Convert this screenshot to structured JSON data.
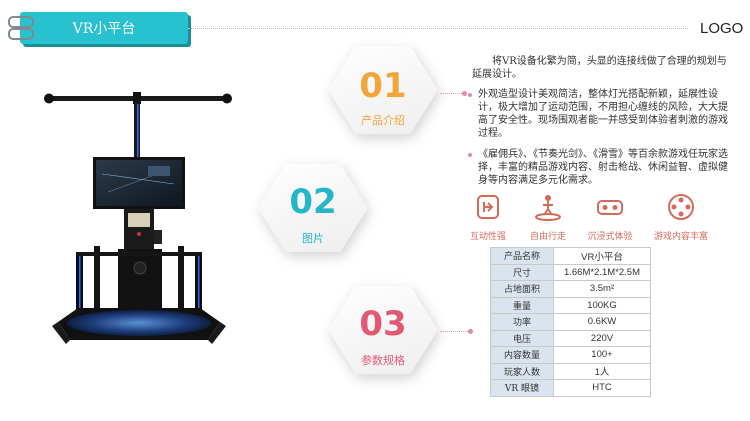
{
  "header": {
    "title": "VR小平台",
    "logo": "LOGO"
  },
  "sections": [
    {
      "number": "01",
      "label": "产品介绍",
      "color": "#f1a53a"
    },
    {
      "number": "02",
      "label": "图片",
      "color": "#25b7c9"
    },
    {
      "number": "03",
      "label": "参数规格",
      "color": "#e15a74"
    }
  ],
  "intro": {
    "p1": "将VR设备化繁为简，头显的连接线做了合理的规划与延展设计。",
    "p2": "外观造型设计美观简洁，整体灯光搭配新颖，延展性设计，极大增加了运动范围，不用担心缠线的风险，大大提高了安全性。现场围观者能一并感受到体验者刺激的游戏过程。",
    "p3": "《雇佣兵》、《节奏光剑》、《滑雪》等百余款游戏任玩家选择，丰富的精品游戏内容、射击枪战、休闲益智、虚拟健身等内容满足多元化需求。"
  },
  "features": [
    {
      "icon": "mobility-icon",
      "label": "互动性强"
    },
    {
      "icon": "walking-person-icon",
      "label": "自由行走"
    },
    {
      "icon": "vr-headset-icon",
      "label": "沉浸式体验"
    },
    {
      "icon": "film-reel-icon",
      "label": "游戏内容丰富"
    }
  ],
  "specs": [
    {
      "key": "产品名称",
      "value": "VR小平台"
    },
    {
      "key": "尺寸",
      "value": "1.66M*2.1M*2.5M"
    },
    {
      "key": "占地面积",
      "value": "3.5m²"
    },
    {
      "key": "重量",
      "value": "100KG"
    },
    {
      "key": "功率",
      "value": "0.6KW"
    },
    {
      "key": "电压",
      "value": "220V"
    },
    {
      "key": "内容数量",
      "value": "100+"
    },
    {
      "key": "玩家人数",
      "value": "1人"
    },
    {
      "key": "VR 眼镜",
      "value": "HTC"
    }
  ],
  "colors": {
    "accent": "#27c1d0",
    "feature": "#d46b5a",
    "table_key_bg": "#d9e4ee"
  }
}
